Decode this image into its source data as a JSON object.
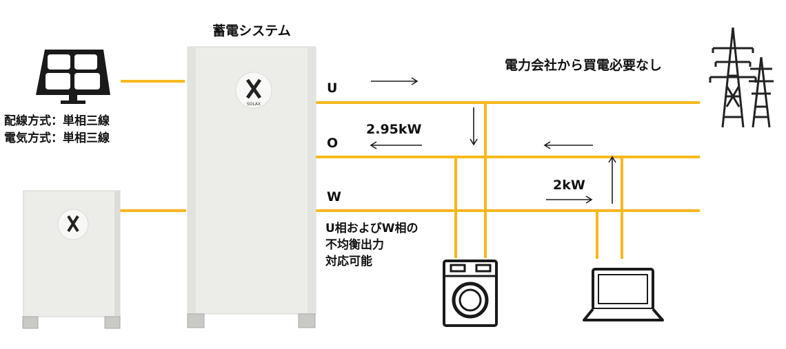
{
  "title": "蓄電システム",
  "grid_label": "電力会社から買電必要なし",
  "wiring": {
    "line1": "配線方式：単相三線",
    "line2": "電気方式：単相三線"
  },
  "phases": {
    "u": "U",
    "o": "O",
    "w": "W"
  },
  "flows": {
    "output": "2.95kW",
    "load": "2kW"
  },
  "note": {
    "line1": "U相およびW相の",
    "line2": "不均衡出力",
    "line3": "対応可能"
  },
  "brand": "SOLAX",
  "colors": {
    "wire": "#F7B81E",
    "line": "#1a1a1a",
    "cabinet": "#ececea"
  },
  "icons": [
    "solar-panel-icon",
    "battery-cabinet-icon",
    "inverter-cabinet-icon",
    "transmission-tower-icon",
    "washing-machine-icon",
    "laptop-icon"
  ]
}
